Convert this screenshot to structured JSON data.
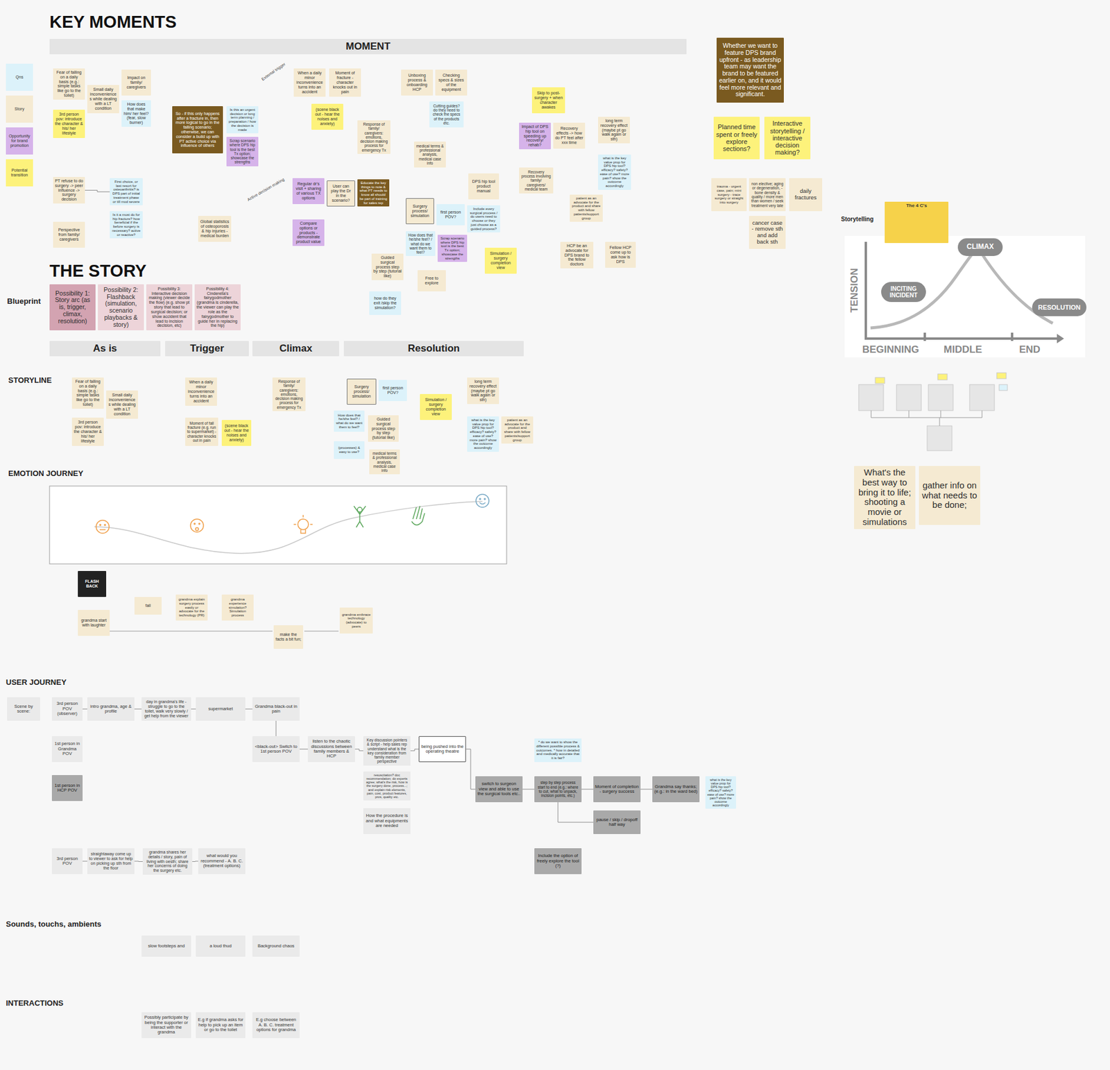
{
  "diagram": {
    "title": "KEY MOMENTS",
    "nodes": [
      {
        "text": [
          "MOMENT"
        ]
      },
      {
        "text": [
          "Fear of falling on a daily basis (e.g.: simple tasks like go to the toilet)"
        ]
      },
      {
        "text": [
          "3rd person pov: introduce the character & his/ her lifestyle"
        ]
      },
      {
        "text": [
          "Small daily inconveniences while dealing with a LT condition"
        ]
      },
      {
        "text": [
          "Impact on family/ caregivers"
        ]
      },
      {
        "text": [
          "How does that make him/ her feel? (fear, slow burner)"
        ]
      },
      {
        "text": [
          "So - if this only happens after a fracture in, then more logical to go in the falling scenario; otherwise, we can consider a build up with PT active choice via influence of others"
        ]
      },
      {
        "text": [
          "Is this an urgent decision or long term planning / preparation / how the decision is made"
        ]
      },
      {
        "text": [
          "Scrap scenario where DPS hip tool is the best Tx option; showcase the strengths"
        ]
      },
      {
        "text": [
          "When a daily minor inconvenience turns into an accident"
        ]
      },
      {
        "text": [
          "Moment of fracture - character knocks out in pain"
        ]
      },
      {
        "text": [
          "(scene black out - hear the noises and anxiety)"
        ]
      },
      {
        "text": [
          "Response of family/ caregivers: emotions, decision making process for emergency Tx"
        ]
      },
      {
        "text": [
          "Unboxing process & onboarding HCP"
        ]
      },
      {
        "text": [
          "Checking specs & sizes of the equipment"
        ]
      },
      {
        "text": [
          "Cutting guides? do they need to check the specs of the products etc."
        ]
      },
      {
        "text": [
          "medical terms & professional analysis, medical case info"
        ]
      },
      {
        "text": [
          "Skip to post-surgery + when character awakes"
        ]
      },
      {
        "text": [
          "Impact of DPS hip tool on speeding up recovery/ rehab?"
        ]
      },
      {
        "text": [
          "Recovery effects -> how do PT feel after xxx time"
        ]
      },
      {
        "text": [
          "long term recovery effect (maybe pt go walk again or sth)"
        ]
      },
      {
        "text": [
          "what is the key value prop for DPS hip tool? efficacy? safety? ease of use? more pain? show the outcome accordingly"
        ]
      },
      {
        "text": [
          "Recovery process involving family/ caregivers/ medical team"
        ]
      },
      {
        "text": [
          "DPS hip tool product manual"
        ]
      },
      {
        "text": [
          "patient as an advocate for the product and share with fellow patients/support group"
        ]
      },
      {
        "text": [
          "HCP be an advocate for DPS brand to the fellow doctors"
        ]
      },
      {
        "text": [
          "Fellow HCP come up to ask how is DPS"
        ]
      },
      {
        "text": [
          "PT refuse to do surgery -> peer influence -> surgery decision"
        ]
      },
      {
        "text": [
          "First choice, or last resort for osteoarthritis? is DPS part of initial treatment phase or till mod severe"
        ]
      },
      {
        "text": [
          "Is it a must do for hip fracture? how beneficial if the before surgery is necessary? active or reactive?"
        ]
      },
      {
        "text": [
          "Perspective from family/ caregivers"
        ]
      },
      {
        "text": [
          "Global statistics of osteoporosis & hip injuries - medical burden"
        ]
      },
      {
        "text": [
          "Regular dr's visit + sharing of various TX options"
        ]
      },
      {
        "text": [
          "User can play the Dr in the scenario?"
        ]
      },
      {
        "text": [
          "Educate the key things to note & what PT needs to know all should be part of training for sales rep"
        ]
      },
      {
        "text": [
          "Compare options or products - demonstrate product value"
        ]
      },
      {
        "text": [
          "Surgery process/ simulation"
        ]
      },
      {
        "text": [
          "first person POV?"
        ]
      },
      {
        "text": [
          "Include every surgical process / do users need to choose or they just choose as a guided process?"
        ]
      },
      {
        "text": [
          "How does that he/she feel? / what do we want them to feel?"
        ]
      },
      {
        "text": [
          "Scrap scenario where DPS hip tool is the best Tx option; showcase the strengths"
        ]
      },
      {
        "text": [
          "Guided surgical process step by step (tutorial like)"
        ]
      },
      {
        "text": [
          "Free to explore"
        ]
      },
      {
        "text": [
          "how do they exit /skip the simulation?"
        ]
      },
      {
        "text": [
          "Simulation / surgery completion view"
        ]
      },
      {
        "text": [
          "Whether we want to feature DPS brand upfront - as leadership team may want the brand to be featured earlier on, and it would feel more relevant and significant."
        ]
      },
      {
        "text": [
          "Planned time spent or freely explore sections?"
        ]
      },
      {
        "text": [
          "Interactive storytelling / interactive decision making?"
        ]
      },
      {
        "text": [
          "trauma - urgent case, pain; mini surgery - trace surgery or straight into surgery"
        ]
      },
      {
        "text": [
          "non elective; aging or degeneration, -bone density & quality / more men than women / seek treatment very late"
        ]
      },
      {
        "text": [
          "daily fractures"
        ]
      },
      {
        "text": [
          "cancer case - remove sth and add back sth"
        ]
      },
      {
        "text": [
          "Possibility 1: Story arc (as is, trigger, climax, resolution)"
        ]
      },
      {
        "text": [
          "Possibility 2: Flashback (simulation, scenario playbacks & story)"
        ]
      },
      {
        "text": [
          "Possibility 3: Interactive decision making (viewer decide the flow) (e.g. show pt story that lead to surgical decision; or show accident that lead to incision decision, etc)"
        ]
      },
      {
        "text": [
          "Possibility 4: Cinderella's fairygodmother (grandma is cinderella, the viewer can play the role as the fairygodmother to guide her in replacing the hip)"
        ]
      },
      {
        "text": [
          "As is"
        ]
      },
      {
        "text": [
          "Trigger"
        ]
      },
      {
        "text": [
          "Climax"
        ]
      },
      {
        "text": [
          "Resolution"
        ]
      },
      {
        "text": [
          "Fear of falling on a daily basis (e.g.: simple tasks like go to the toilet)"
        ]
      },
      {
        "text": [
          "3rd person pov: introduce the character & his/ her lifestyle"
        ]
      },
      {
        "text": [
          "Small daily inconveniences while dealing with a LT condition"
        ]
      },
      {
        "text": [
          "When a daily minor inconvenience turns into an accident"
        ]
      },
      {
        "text": [
          "Moment of fall fracture (e.g. run to supermarket) - character knocks out in pain"
        ]
      },
      {
        "text": [
          "(scene black out - hear the noises and anxiety)"
        ]
      },
      {
        "text": [
          "Response of family/ caregivers: emotions, decision making process for emergency Tx"
        ]
      },
      {
        "text": [
          "Surgery process/ simulation"
        ]
      },
      {
        "text": [
          "first person POV?"
        ]
      },
      {
        "text": [
          "How does that he/she feel? / what do we want them to feel?"
        ]
      },
      {
        "text": [
          "(processes) & easy to use?"
        ]
      },
      {
        "text": [
          "Guided surgical process step by step (tutorial like)"
        ]
      },
      {
        "text": [
          "Simulation / surgery completion view"
        ]
      },
      {
        "text": [
          "long term recovery effect (maybe pt go walk again or sth)"
        ]
      },
      {
        "text": [
          "what is the key value prop for DPS hip tool? efficacy? safety? ease of use? more pain? show the outcome accordingly"
        ]
      },
      {
        "text": [
          "patient as an advocate for the product and share with fellow patients/support group"
        ]
      },
      {
        "text": [
          "medical terms & professional analysis, medical case info"
        ]
      },
      {
        "text": [
          "FLASH BACK"
        ]
      },
      {
        "text": [
          "grandma start with laughter"
        ]
      },
      {
        "text": [
          "fall"
        ]
      },
      {
        "text": [
          "grandma explain surgery process easily or advocate for the technology (PR)"
        ]
      },
      {
        "text": [
          "grandma experience simulation? Simulation process"
        ]
      },
      {
        "text": [
          "make the facts a bit fun;"
        ]
      },
      {
        "text": [
          "grandma embrace technology (advocate) to peers"
        ]
      },
      {
        "text": [
          "Scene by scene:"
        ]
      },
      {
        "text": [
          "3rd person POV (observer)"
        ]
      },
      {
        "text": [
          "intro grandma, age & profile"
        ]
      },
      {
        "text": [
          "day in grandma's life - struggle to go to the toilet, walk very slowly / get help from the viewer"
        ]
      },
      {
        "text": [
          "supermarket"
        ]
      },
      {
        "text": [
          "Grandma black-out in pain"
        ]
      },
      {
        "text": [
          "1st person in Grandma POV"
        ]
      },
      {
        "text": [
          "<black-out> Switch to 1st person POV"
        ]
      },
      {
        "text": [
          "listen to the chaotic discussions between family members & HCP"
        ]
      },
      {
        "text": [
          "Key discussion pointers & script - help sales rep understand what is the key consideration from family member perspective"
        ]
      },
      {
        "text": [
          "being pushed into the operating theatre"
        ]
      },
      {
        "text": [
          "resuscitation? doc recommendation; do experts agree; what's the risk, how is the surgery done, process...; and explain risk elements, pain, cost, product features, pros, quality etc."
        ]
      },
      {
        "text": [
          "How the procedure is and what equipments are needed"
        ]
      },
      {
        "text": [
          "1st person in HCP POV"
        ]
      },
      {
        "text": [
          "* do we want to show the different possible process & outcomes. * how in detailed and medically accurate that it is fair?"
        ]
      },
      {
        "text": [
          "switch to surgeon view and able to use the surgical tools etc.."
        ]
      },
      {
        "text": [
          "step by step process start to end (e.g.: where to cut, what to unpack, incision points, etc.)"
        ]
      },
      {
        "text": [
          "Moment of completion - surgery success"
        ]
      },
      {
        "text": [
          "Grandma say thanks; (e.g.: in the ward bed)"
        ]
      },
      {
        "text": [
          "what is the key value prop for DPS hip tool? efficacy? safety? ease of use? more pain? show the outcome accordingly"
        ]
      },
      {
        "text": [
          "pause / skip / dropoff half way"
        ]
      },
      {
        "text": [
          "3rd person POV"
        ]
      },
      {
        "text": [
          "straightaway come up to viewer to ask for help on picking up sth from the floor"
        ]
      },
      {
        "text": [
          "grandma shares her details / story, pain of living with oesth; share her concerns of doing the surgery etc."
        ]
      },
      {
        "text": [
          "what would you recommend - A. B. C. (treatment options)"
        ]
      },
      {
        "text": [
          "Include the option of freely explore the tool (?)"
        ]
      },
      {
        "text": [
          "slow footsteps and"
        ]
      },
      {
        "text": [
          "a loud thud"
        ]
      },
      {
        "text": [
          "Background chaos"
        ]
      },
      {
        "text": [
          "Possibly participate by being the supporter or interact with the grandma"
        ]
      },
      {
        "text": [
          "E.g if grandma asks for help to pick up an item or go to the toilet"
        ]
      },
      {
        "text": [
          "E.g choose between A. B. C. treatment options for grandma"
        ]
      },
      {
        "text": [
          "The 4 C's"
        ]
      },
      {
        "text": [
          "INCITING INCIDENT"
        ]
      },
      {
        "text": [
          "CLIMAX"
        ]
      },
      {
        "text": [
          "RESOLUTION"
        ]
      },
      {
        "text": [
          "What's the best way to bring it to life; shooting a movie or simulations"
        ]
      },
      {
        "text": [
          "gather info on what needs to be done;"
        ]
      }
    ],
    "edges": [
      {
        "from": 85,
        "to": 86,
        "arrow": "none"
      },
      {
        "from": 86,
        "to": 87,
        "arrow": "none"
      },
      {
        "from": 87,
        "to": 88,
        "arrow": "none"
      },
      {
        "from": 88,
        "to": 89,
        "arrow": "none"
      },
      {
        "from": 89,
        "to": 91,
        "arrow": "none"
      },
      {
        "from": 91,
        "to": 92,
        "arrow": "none"
      },
      {
        "from": 92,
        "to": 93,
        "arrow": "none"
      },
      {
        "from": 93,
        "to": 94,
        "arrow": "none"
      },
      {
        "from": 94,
        "to": 99,
        "arrow": "none"
      },
      {
        "from": 99,
        "to": 100,
        "arrow": "none"
      },
      {
        "from": 100,
        "to": 101,
        "arrow": "none"
      },
      {
        "from": 101,
        "to": 102,
        "arrow": "none"
      },
      {
        "from": 100,
        "to": 104,
        "arrow": "none"
      },
      {
        "from": 105,
        "to": 106,
        "arrow": "none"
      },
      {
        "from": 106,
        "to": 107,
        "arrow": "none"
      },
      {
        "from": 107,
        "to": 108,
        "arrow": "none"
      },
      {
        "from": 27,
        "to": 28,
        "arrow": "none"
      }
    ],
    "labels": [
      "External trigger",
      "Active decision making",
      "THE STORY",
      "Blueprint",
      "STORYLINE",
      "EMOTION JOURNEY",
      "USER JOURNEY",
      "Sounds, touchs, ambients",
      "INTERACTIONS",
      "Storytelling",
      "TENSION",
      "BEGINNING",
      "MIDDLE",
      "END"
    ],
    "legend": [
      {
        "text": "Qns",
        "color": "#dcf2fa"
      },
      {
        "text": "Story",
        "color": "#f5ead2"
      },
      {
        "text": "Opportunity for brand promotion",
        "color": "#d6b3ea"
      },
      {
        "text": "Potential transition",
        "color": "#fdf27b"
      }
    ]
  }
}
